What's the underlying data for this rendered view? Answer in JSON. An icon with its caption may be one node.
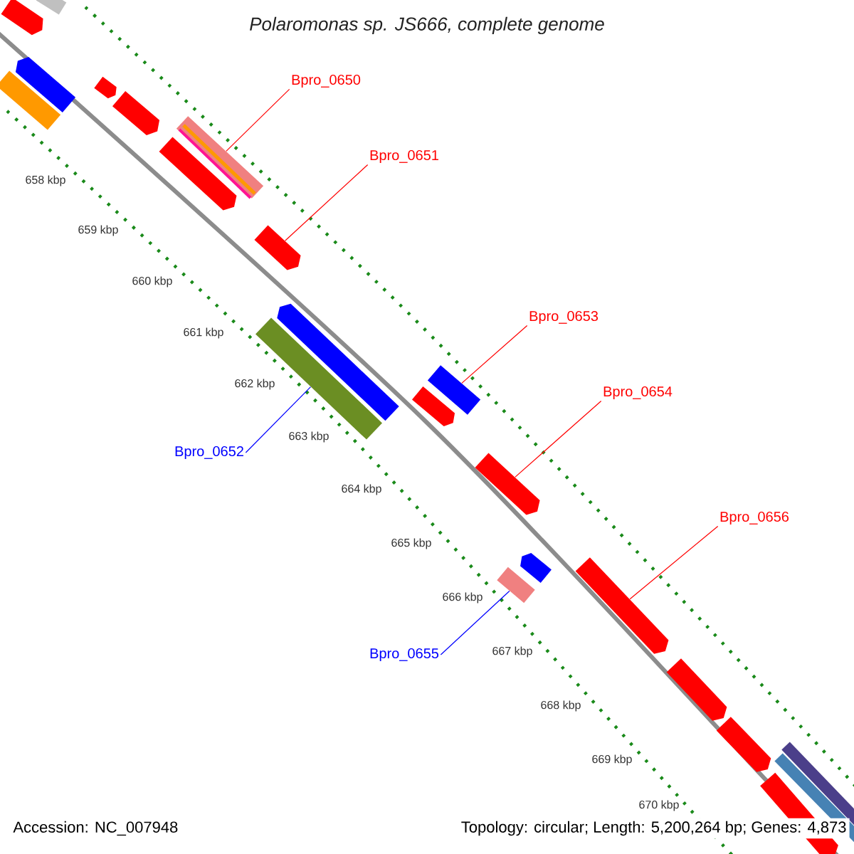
{
  "diagram": {
    "title": "*Polaromonas sp. JS666, complete genome*",
    "nodes": [
      {
        "text": [
          "Bpro_0650"
        ]
      },
      {
        "text": [
          "Bpro_0651"
        ]
      },
      {
        "text": [
          "Bpro_0653"
        ]
      },
      {
        "text": [
          "Bpro_0654"
        ]
      },
      {
        "text": [
          "Bpro_0652"
        ]
      },
      {
        "text": [
          "Bpro_0656"
        ]
      },
      {
        "text": [
          "Bpro_0655"
        ]
      },
      {
        "text": [],
        "shape": "arrow"
      },
      {
        "text": [],
        "shape": "bar"
      },
      {
        "text": [],
        "shape": "arrow"
      },
      {
        "text": [],
        "shape": "bar"
      },
      {
        "text": [],
        "shape": "arrow"
      },
      {
        "text": [],
        "shape": "arrow"
      },
      {
        "text": [],
        "shape": "bar"
      },
      {
        "text": [],
        "shape": "arrow"
      },
      {
        "text": [],
        "shape": "arrow"
      },
      {
        "text": [],
        "shape": "arrow"
      },
      {
        "text": [],
        "shape": "bar"
      },
      {
        "text": [],
        "shape": "bar"
      },
      {
        "text": [],
        "shape": "arrow"
      },
      {
        "text": [],
        "shape": "arrow"
      },
      {
        "text": [],
        "shape": "arrow"
      },
      {
        "text": [],
        "shape": "arrow"
      },
      {
        "text": [],
        "shape": "bar"
      },
      {
        "text": [],
        "shape": "arrow"
      },
      {
        "text": [],
        "shape": "arrow"
      },
      {
        "text": [],
        "shape": "bar"
      },
      {
        "text": [],
        "shape": "bar"
      },
      {
        "text": [],
        "shape": "arrow"
      }
    ],
    "edges": [
      {
        "from": 0,
        "to": 13,
        "arrow": "none"
      },
      {
        "from": 1,
        "to": 15,
        "arrow": "none"
      },
      {
        "from": 2,
        "to": 18,
        "arrow": "none"
      },
      {
        "from": 3,
        "to": 20,
        "arrow": "none"
      },
      {
        "from": 4,
        "to": 17,
        "arrow": "none",
        "color": "#0000ff"
      },
      {
        "from": 5,
        "to": 22,
        "arrow": "none"
      },
      {
        "from": 6,
        "to": 23,
        "arrow": "none",
        "color": "#0000ff"
      }
    ],
    "labels": [
      "658 kbp",
      "659 kbp",
      "660 kbp",
      "661 kbp",
      "662 kbp",
      "663 kbp",
      "664 kbp",
      "665 kbp",
      "666 kbp",
      "667 kbp",
      "668 kbp",
      "669 kbp",
      "670 kbp",
      "Accession: NC_007948",
      "Topology: circular; Length: 5,200,264 bp; Genes: 4,873"
    ]
  }
}
